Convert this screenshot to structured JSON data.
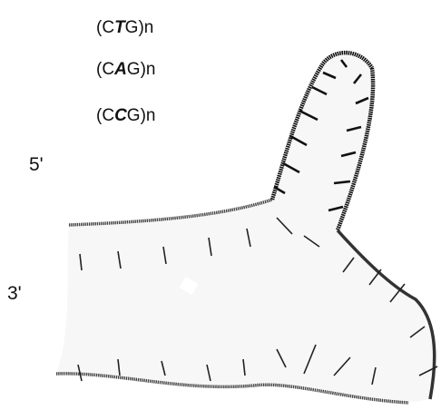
{
  "repeat_labels": [
    {
      "prefix": "(C",
      "base": "T",
      "suffix": "G)n"
    },
    {
      "prefix": "(C",
      "base": "A",
      "suffix": "G)n"
    },
    {
      "prefix": "(C",
      "base": "C",
      "suffix": "G)n"
    }
  ],
  "strand_ends": {
    "five_prime": "5'",
    "three_prime": "3'"
  },
  "colors": {
    "strand": "#222222",
    "fill": "#f7f7f7",
    "hairpin_edge": "#111111"
  }
}
